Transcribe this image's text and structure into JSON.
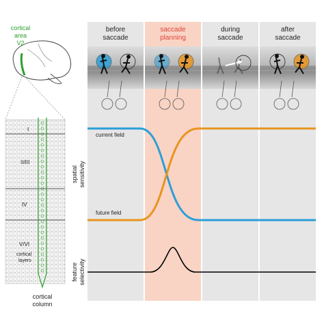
{
  "brain_label": [
    "cortical",
    "area",
    "V2"
  ],
  "column_label": [
    "cortical",
    "column"
  ],
  "layers": [
    "I",
    "II/III",
    "IV",
    "V/VI"
  ],
  "layers_caption": [
    "cortical",
    "layers"
  ],
  "phases": [
    {
      "lines": [
        "before",
        "saccade"
      ],
      "highlight": false
    },
    {
      "lines": [
        "saccade",
        "planning"
      ],
      "highlight": true
    },
    {
      "lines": [
        "during",
        "saccade"
      ],
      "highlight": false
    },
    {
      "lines": [
        "after",
        "saccade"
      ],
      "highlight": false
    }
  ],
  "curve_labels": {
    "current": "current field",
    "future": "future field"
  },
  "axis_labels": {
    "spatial": [
      "spatial",
      "sensitivity"
    ],
    "feature": [
      "feature",
      "selectivity"
    ]
  },
  "colors": {
    "current_field": "#2a9fd8",
    "future_field": "#e8941f",
    "highlight_band": "#f9d3c4",
    "phase_column": "#e6e6e6",
    "highlight_title": "#e0463a",
    "area_green": "#2ca02c",
    "selectivity_curve": "#000000"
  }
}
